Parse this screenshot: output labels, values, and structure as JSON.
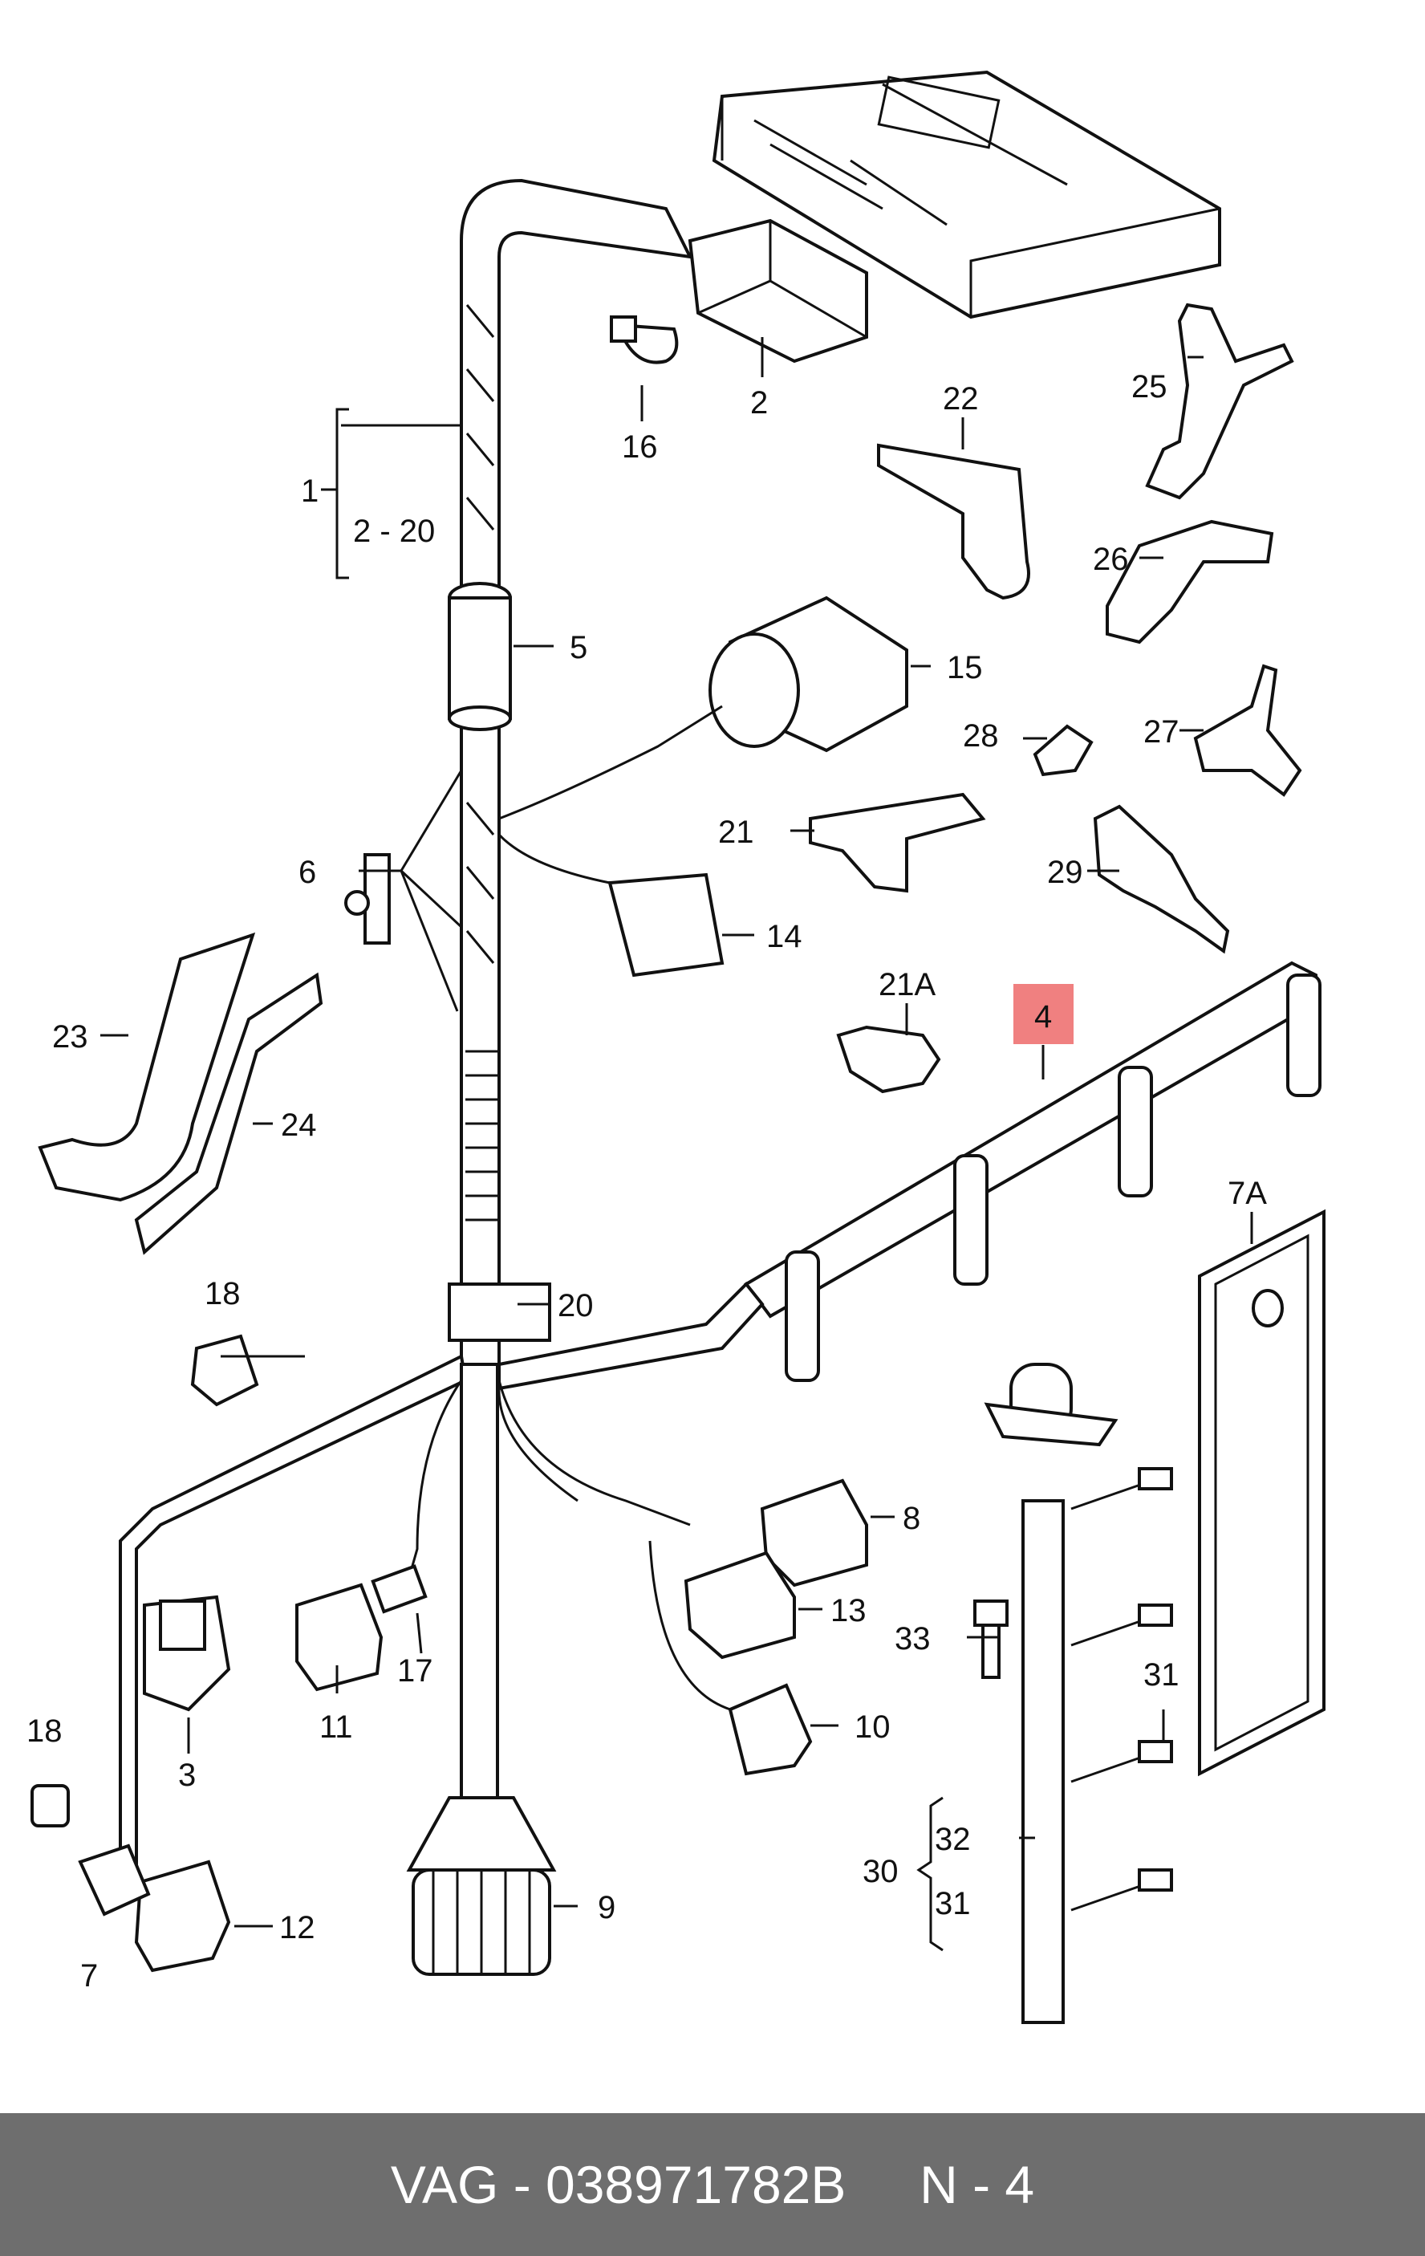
{
  "labels": {
    "p1": "1",
    "p2_20": "2 - 20",
    "p2": "2",
    "p3": "3",
    "p4": "4",
    "p5": "5",
    "p6": "6",
    "p7": "7",
    "p7a": "7A",
    "p8": "8",
    "p9": "9",
    "p10": "10",
    "p11": "11",
    "p12": "12",
    "p13": "13",
    "p14": "14",
    "p15": "15",
    "p16": "16",
    "p17": "17",
    "p18a": "18",
    "p18b": "18",
    "p20": "20",
    "p21": "21",
    "p21a": "21A",
    "p22": "22",
    "p23": "23",
    "p24": "24",
    "p25": "25",
    "p26": "26",
    "p27": "27",
    "p28": "28",
    "p29": "29",
    "p30": "30",
    "p31a": "31",
    "p31b": "31",
    "p32": "32",
    "p33": "33"
  },
  "highlight_color": "#f08080",
  "footer": {
    "brand": "VAG",
    "part_number": "038971782B",
    "position": "N - 4"
  }
}
